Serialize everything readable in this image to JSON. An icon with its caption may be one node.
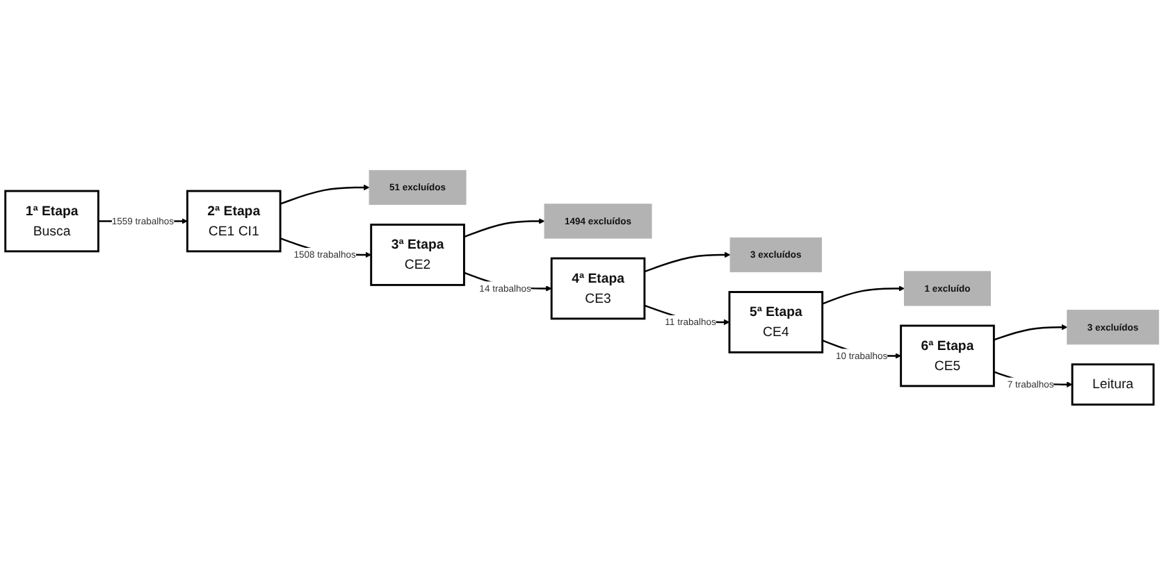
{
  "diagram": {
    "nodes": [
      {
        "text": [
          "1ª Etapa",
          "Busca"
        ]
      },
      {
        "text": [
          "2ª Etapa",
          "CE1 CI1"
        ]
      },
      {
        "text": [
          "51 excluídos"
        ]
      },
      {
        "text": [
          "3ª Etapa",
          "CE2"
        ]
      },
      {
        "text": [
          "1494 excluídos"
        ]
      },
      {
        "text": [
          "4ª Etapa",
          "CE3"
        ]
      },
      {
        "text": [
          "3 excluídos"
        ]
      },
      {
        "text": [
          "5ª Etapa",
          "CE4"
        ]
      },
      {
        "text": [
          "1 excluído"
        ]
      },
      {
        "text": [
          "6ª Etapa",
          "CE5"
        ]
      },
      {
        "text": [
          "3 excluídos"
        ]
      },
      {
        "text": [
          "Leitura"
        ]
      }
    ],
    "edges": [
      {
        "from": 0,
        "to": 1,
        "arrow": "to",
        "label": "1559 trabalhos"
      },
      {
        "from": 1,
        "to": 2,
        "arrow": "to"
      },
      {
        "from": 1,
        "to": 3,
        "arrow": "to",
        "label": "1508 trabalhos"
      },
      {
        "from": 3,
        "to": 4,
        "arrow": "to"
      },
      {
        "from": 3,
        "to": 5,
        "arrow": "to",
        "label": "14 trabalhos"
      },
      {
        "from": 5,
        "to": 6,
        "arrow": "to"
      },
      {
        "from": 5,
        "to": 7,
        "arrow": "to",
        "label": "11 trabalhos"
      },
      {
        "from": 7,
        "to": 8,
        "arrow": "to"
      },
      {
        "from": 7,
        "to": 9,
        "arrow": "to",
        "label": "10 trabalhos"
      },
      {
        "from": 9,
        "to": 10,
        "arrow": "to"
      },
      {
        "from": 9,
        "to": 11,
        "arrow": "to",
        "label": "7 trabalhos"
      }
    ]
  }
}
